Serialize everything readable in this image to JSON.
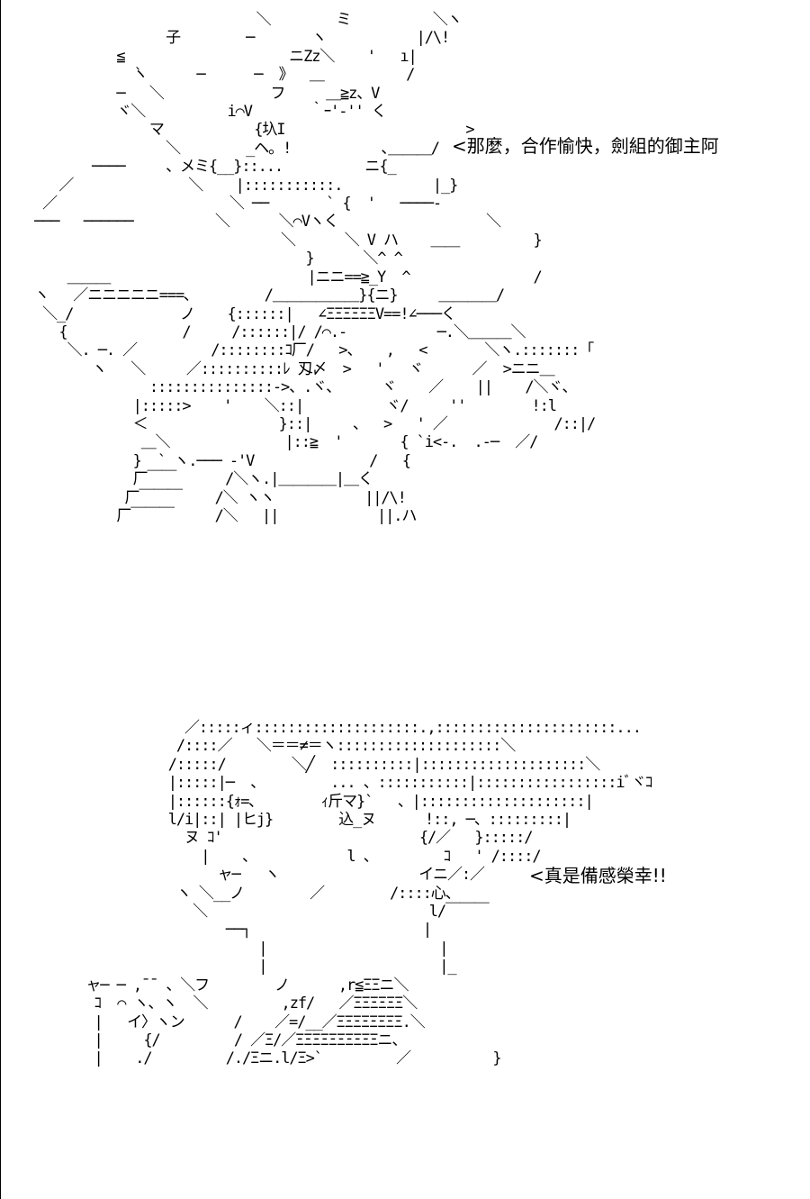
{
  "page": {
    "background_color": "#ffffff",
    "ink_color": "#000000"
  },
  "dialogue": [
    {
      "speaker": "upper-figure",
      "text": "<那麼，合作愉快，劍組的御主阿"
    },
    {
      "speaker": "lower-figure",
      "text": "<真是備感榮幸!!"
    }
  ],
  "ascii_art": {
    "upper_figure": [
      "                           ＼        ミ          ＼ヽ",
      "                子        ─       ヽ           |/\\!",
      "          ≦                    ニZz＼    '   ı|",
      "            ̀ヽ      ─      ─  》  ＿          /",
      "          ─   ＼             フ     ＿≧z、V",
      "          ヾ＼          i⌒V       ｀ｰ'‐'' く",
      "              マ           {圦I                      >",
      "                ＼        _ヘ。!           ､＿＿＿/",
      "       ────     、メミ{__}::...          ニ{_",
      "   ／              ＼    |:::::::::::.           |_}",
      " ／                     ＼ ──       ` {  '   ────-",
      "───   ──────          ＼      ＼⌒Vヽく                  ＼",
      "                              ＼      ＼ V ハ    ＿＿         }",
      "                                 }      ＼^ ^",
      "    ＿＿＿                        |ニニ==≧_Y  ^               /",
      "ヽ   ／ニニニニニ===､         /＿＿＿＿＿＿}{ニ}     ＿＿＿＿/",
      " ＼_/             ノ    {::::::|   ∠ΞΞΞΞΞΞV==!∠───く",
      "   {              /     /::::::|/ /⌒.‐           ─.＼＿＿＿＼",
      "    ＼. ─. ／         /::::::::ｺ厂/   >、   ,   <       ＼ヽ.:::::::「",
      "       ヽ   ＼     ／::::::::::ﾚ 刄〆  >   '   ヾ      ／  >ニニ＿",
      "              :::::::::::::::->、.ヾ、     ヾ    ／    ||    /＼ヾ、",
      "            |:::::>    '    ＼::|          ヾ/     ''        !:l",
      "            ＜                }::|     、  >   ' ／             /::|/",
      "             ＿＼              |::≧  '       { `i<-.  .-─  ／/",
      "            }  ` ヽ.─── -'V              /   {",
      "            厂￣￣      /＼ヽ.|＿＿＿＿|＿く",
      "           厂￣￣￣    /＼ ヽヽ           ||/\\!",
      "          厂￣￣￣     /＼   ||            ||.ハ"
    ],
    "lower_figure": [
      "               ／:::::ィ::::::::::::::::::::.,::::::::::::::::::::::...",
      "              /::::／   ＼＝＝≠＝ヽ::::::::::::::::::::＼",
      "             /:::::/        ＼╱  ::::::::::|::::::::::::::::::::＼",
      "             |:::::|─  、        ... 、:::::::::::|:::::::::::::::::iﾞヾｺ",
      "             |::::::{ｫ=､        ｨ斤マ}`   、|::::::::::::::::::::|",
      "             l/i|::| |ヒj}        込_ヌ      !::, ─、:::::::::|",
      "               ヌ ｺ'                        {/／   }:::::/",
      "                 |    、           l 、        ｺ   ' /::::/",
      "                   ャ─   ヽ                 イニ／:／",
      "              ヽ ＼__ノ        ／        /::::心、",
      "                ＼                           l/￣￣￣",
      "                    ──┐                     |",
      "                        |                     |",
      "                        |                     |_",
      "   ャ─ ─ ,¯¯ 、＼フ        ノ      ,r≦ΞΞニ＼",
      "    ｺ  ⌒ ヽ、ヽ  ＼         ,zf/   ／ΞΞΞΞΞΞ＼",
      "    |   イ〉ヽン      /    ／=/__／ΞΞΞΞΞΞΞΞ.＼",
      "    |     {/         / ／Ξ/／ΞΞΞΞΞΞΞΞΞΞニ、",
      "    |    ./         /./Ξニ.l/Ξ>`         ／          }"
    ]
  }
}
